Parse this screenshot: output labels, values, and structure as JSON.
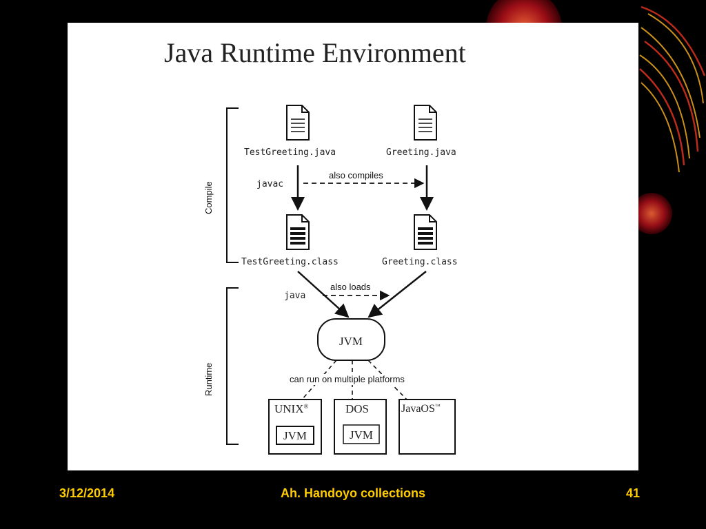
{
  "slide": {
    "title": "Java Runtime Environment",
    "footer": {
      "date": "3/12/2014",
      "center": "Ah. Handoyo collections",
      "page": "41"
    }
  },
  "diagram": {
    "sections": {
      "compile": "Compile",
      "runtime": "Runtime"
    },
    "files": {
      "test_java": "TestGreeting.java",
      "greet_java": "Greeting.java",
      "test_class": "TestGreeting.class",
      "greet_class": "Greeting.class"
    },
    "commands": {
      "javac": "javac",
      "java": "java"
    },
    "edges": {
      "also_compiles": "also compiles",
      "also_loads": "also loads",
      "platforms": "can run on multiple platforms"
    },
    "jvm": "JVM",
    "platforms": [
      {
        "name": "UNIX",
        "mark": "®",
        "jvm": "JVM"
      },
      {
        "name": "DOS",
        "mark": "",
        "jvm": "JVM"
      },
      {
        "name": "JavaOS",
        "mark": "™",
        "jvm": ""
      }
    ]
  },
  "colors": {
    "footer_text": "#ffcc00",
    "background": "#000000",
    "panel": "#ffffff",
    "decoration": "#cc1a1a"
  }
}
